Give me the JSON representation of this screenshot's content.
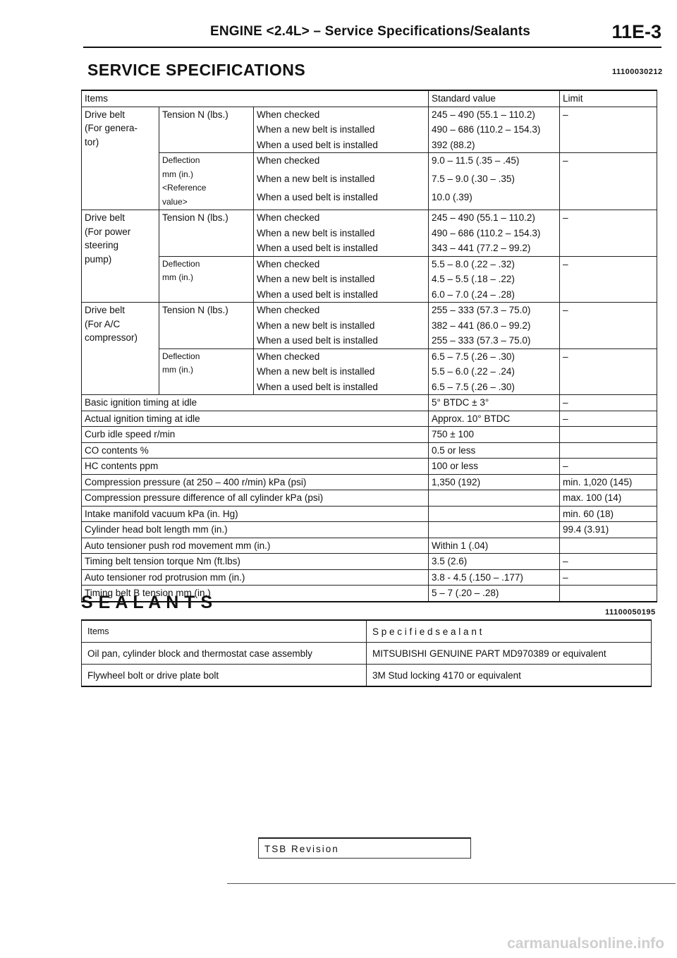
{
  "header": {
    "title": "ENGINE <2.4L> – Service Specifications/Sealants",
    "code": "11E-3"
  },
  "specs": {
    "title": "SERVICE SPECIFICATIONS",
    "doc_code": "11100030212",
    "col_items": "Items",
    "col_standard": "Standard value",
    "col_limit": "Limit",
    "groups": [
      {
        "label": [
          "Drive belt",
          "(For genera-",
          "tor)"
        ],
        "subs": [
          {
            "param": [
              "Tension N (lbs.)"
            ],
            "conds": [
              "When checked",
              "When a new belt is installed",
              "When a used belt is installed"
            ],
            "std": [
              "245 – 490 (55.1 – 110.2)",
              "490 – 686 (110.2 – 154.3)",
              "392 (88.2)"
            ],
            "lim": [
              "–",
              "",
              ""
            ]
          },
          {
            "param": [
              "Deflection",
              "mm (in.)",
              "<Reference",
              "value>"
            ],
            "conds": [
              "When checked",
              "When a new belt is installed",
              "When a used belt is installed"
            ],
            "std": [
              "9.0 – 11.5 (.35 – .45)",
              "7.5 – 9.0 (.30 – .35)",
              "10.0 (.39)"
            ],
            "lim": [
              "–",
              "",
              ""
            ]
          }
        ]
      },
      {
        "label": [
          "Drive belt",
          "(For power",
          "steering",
          "pump)"
        ],
        "subs": [
          {
            "param": [
              "Tension N (lbs.)"
            ],
            "conds": [
              "When checked",
              "When a new belt is installed",
              "When a used belt is installed"
            ],
            "std": [
              "245 – 490 (55.1 – 110.2)",
              "490 – 686 (110.2 – 154.3)",
              "343 – 441 (77.2 – 99.2)"
            ],
            "lim": [
              "–",
              "",
              ""
            ]
          },
          {
            "param": [
              "Deflection",
              "mm (in.)"
            ],
            "conds": [
              "When checked",
              "When a new belt is installed",
              "When a used belt is installed"
            ],
            "std": [
              "5.5 – 8.0 (.22 – .32)",
              "4.5 – 5.5 (.18 – .22)",
              "6.0 – 7.0 (.24 – .28)"
            ],
            "lim": [
              "–",
              "",
              ""
            ]
          }
        ]
      },
      {
        "label": [
          "Drive belt",
          "(For A/C",
          "compressor)"
        ],
        "subs": [
          {
            "param": [
              "Tension N (lbs.)"
            ],
            "conds": [
              "When checked",
              "When a new belt is installed",
              "When a used belt is installed"
            ],
            "std": [
              "255 – 333 (57.3 – 75.0)",
              "382 – 441 (86.0 – 99.2)",
              "255 – 333 (57.3 – 75.0)"
            ],
            "lim": [
              "–",
              "",
              ""
            ]
          },
          {
            "param": [
              "Deflection",
              "mm (in.)"
            ],
            "conds": [
              "When checked",
              "When a new belt is installed",
              "When a used belt is installed"
            ],
            "std": [
              "6.5 – 7.5 (.26 – .30)",
              "5.5 – 6.0 (.22 – .24)",
              "6.5 – 7.5 (.26 – .30)"
            ],
            "lim": [
              "–",
              "",
              ""
            ]
          }
        ]
      }
    ],
    "rows": [
      {
        "item": "Basic ignition timing at idle",
        "std": "5° BTDC ± 3°",
        "lim": "–"
      },
      {
        "item": "Actual ignition timing at idle",
        "std": "Approx. 10° BTDC",
        "lim": "–"
      },
      {
        "item": "Curb idle speed r/min",
        "std": "750 ± 100",
        "lim": ""
      },
      {
        "item": "CO contents %",
        "std": "0.5 or less",
        "lim": ""
      },
      {
        "item": "HC contents ppm",
        "std": "100 or less",
        "lim": "–"
      },
      {
        "item": "Compression pressure (at 250 – 400 r/min) kPa (psi)",
        "std": "1,350 (192)",
        "lim": "min. 1,020 (145)"
      },
      {
        "item": "Compression pressure difference of all cylinder kPa (psi)",
        "std": "",
        "lim": "max. 100 (14)"
      },
      {
        "item": "Intake manifold vacuum kPa (in. Hg)",
        "std": "",
        "lim": "min. 60 (18)"
      },
      {
        "item": "Cylinder head bolt length mm (in.)",
        "std": "",
        "lim": "99.4 (3.91)"
      },
      {
        "item": "Auto tensioner push rod movement mm (in.)",
        "std": "Within 1 (.04)",
        "lim": ""
      },
      {
        "item": "Timing belt tension torque Nm (ft.lbs)",
        "std": "3.5 (2.6)",
        "lim": "–"
      },
      {
        "item": "Auto tensioner rod protrusion mm (in.)",
        "std": "3.8 - 4.5 (.150 – .177)",
        "lim": "–"
      },
      {
        "item": "Timing belt B tension mm (in.)",
        "std": "5 – 7 (.20 – .28)",
        "lim": ""
      }
    ]
  },
  "sealants": {
    "title": "S E A L A N T S",
    "doc_code": "11100050195",
    "col_items": "Items",
    "col_sealant": "S p e c i f i e d s e a l a n t",
    "rows": [
      {
        "item": "Oil pan, cylinder block and thermostat case assembly",
        "sealant": "MITSUBISHI GENUINE PART MD970389 or equivalent"
      },
      {
        "item": "Flywheel bolt or drive plate bolt",
        "sealant": "3M Stud locking 4170 or equivalent"
      }
    ]
  },
  "footer": {
    "tsb": "TSB Revision",
    "watermark": "carmanualsonline.info"
  }
}
